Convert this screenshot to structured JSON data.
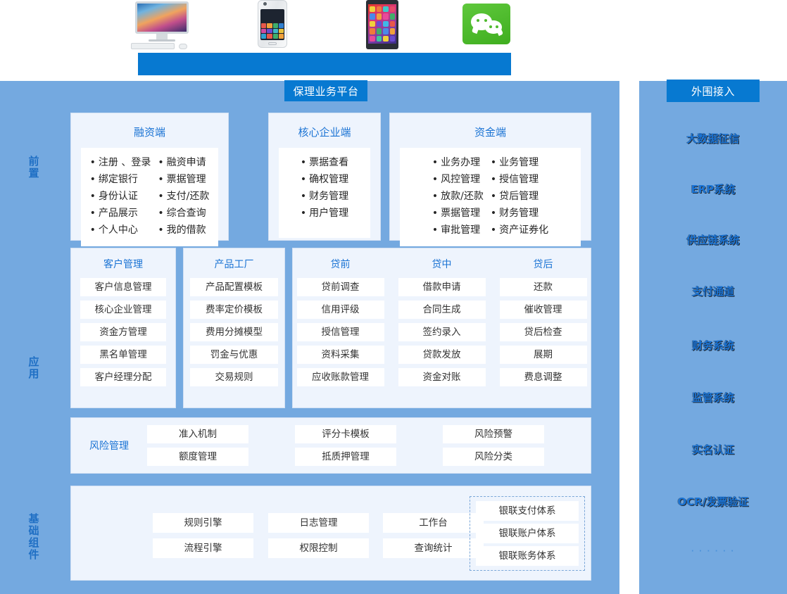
{
  "devices": [
    {
      "name": "desktop-computer"
    },
    {
      "name": "smartphone"
    },
    {
      "name": "tablet"
    },
    {
      "name": "wechat-app"
    }
  ],
  "tabs": {
    "platform": "保理业务平台",
    "external": "外围接入"
  },
  "layer_labels": {
    "front": "前置",
    "application": "应用",
    "base": "基础组件"
  },
  "front": {
    "cards": [
      {
        "title": "融资端",
        "columns": [
          [
            "注册 、登录",
            "绑定银行",
            "身份认证",
            "产品展示",
            "个人中心"
          ],
          [
            "融资申请",
            "票据管理",
            "支付/还款",
            "综合查询",
            "我的借款"
          ]
        ]
      },
      {
        "title": "核心企业端",
        "columns": [
          [
            "票据查看",
            "确权管理",
            "财务管理",
            "用户管理"
          ]
        ]
      },
      {
        "title": "资金端",
        "columns": [
          [
            "业务办理",
            "风控管理",
            "放款/还款",
            "票据管理",
            "审批管理"
          ],
          [
            "业务管理",
            "授信管理",
            "贷后管理",
            "财务管理",
            "资产证券化"
          ]
        ]
      }
    ]
  },
  "application": {
    "customer": {
      "title": "客户管理",
      "items": [
        "客户信息管理",
        "核心企业管理",
        "资金方管理",
        "黑名单管理",
        "客户经理分配"
      ]
    },
    "product": {
      "title": "产品工厂",
      "items": [
        "产品配置模板",
        "费率定价模板",
        "费用分摊模型",
        "罚金与优惠",
        "交易规则"
      ]
    },
    "loan": {
      "titles": [
        "贷前",
        "贷中",
        "贷后"
      ],
      "columns": [
        [
          "贷前调查",
          "信用评级",
          "授信管理",
          "资料采集",
          "应收账款管理"
        ],
        [
          "借款申请",
          "合同生成",
          "签约录入",
          "贷款发放",
          "资金对账"
        ],
        [
          "还款",
          "催收管理",
          "贷后检查",
          "展期",
          "费息调整"
        ]
      ]
    }
  },
  "risk": {
    "title": "风险管理",
    "columns": [
      [
        "准入机制",
        "额度管理"
      ],
      [
        "评分卡模板",
        "抵质押管理"
      ],
      [
        "风险预警",
        "风险分类"
      ]
    ]
  },
  "base": {
    "columns": [
      [
        "规则引擎",
        "流程引擎"
      ],
      [
        "日志管理",
        "权限控制"
      ],
      [
        "工作台",
        "查询统计"
      ]
    ],
    "unionpay": [
      "银联支付体系",
      "银联账户体系",
      "银联账务体系"
    ]
  },
  "external": {
    "items": [
      {
        "label": "大数据征信",
        "faint": false
      },
      {
        "label": "ERP系统",
        "faint": false
      },
      {
        "label": "供应链系统",
        "faint": false
      },
      {
        "label": "支付通道",
        "faint": false
      },
      {
        "label": "财务系统",
        "faint": false
      },
      {
        "label": "监管系统",
        "faint": false
      },
      {
        "label": "实名认证",
        "faint": false
      },
      {
        "label": "OCR/发票验证",
        "faint": false
      },
      {
        "label": "· · · · · ·",
        "faint": true
      }
    ]
  },
  "colors": {
    "panel_blue": "#74a9e0",
    "accent_blue": "#0779d1",
    "card_bg": "#eef4fd",
    "title_blue": "#1a73d4",
    "chip_white": "#ffffff"
  }
}
